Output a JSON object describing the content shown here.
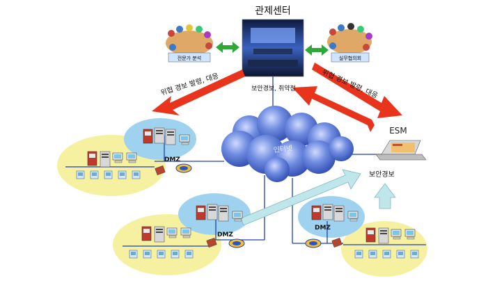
{
  "title": "관제센터",
  "labels": {
    "expert_analysis": "전문가 분석",
    "practical_meeting": "실무협의회",
    "alert_left": "위협 경보 발령, 대응",
    "alert_right": "위협 경보 발령, 대응",
    "center_alert": "보안경보, 취약점",
    "cloud": "인터넷",
    "esm": "ESM",
    "security_alert": "보안경보",
    "dmz": "DMZ"
  },
  "colors": {
    "red_arrow": "#e8341c",
    "green_arrow": "#2fa83a",
    "cloud_blue": "#5a78d6",
    "zone_yellow": "#f6f1a0",
    "zone_blue": "#9fd2ee",
    "net_blue": "#1c3fb5",
    "light_arrow": "#bfe6ea"
  }
}
